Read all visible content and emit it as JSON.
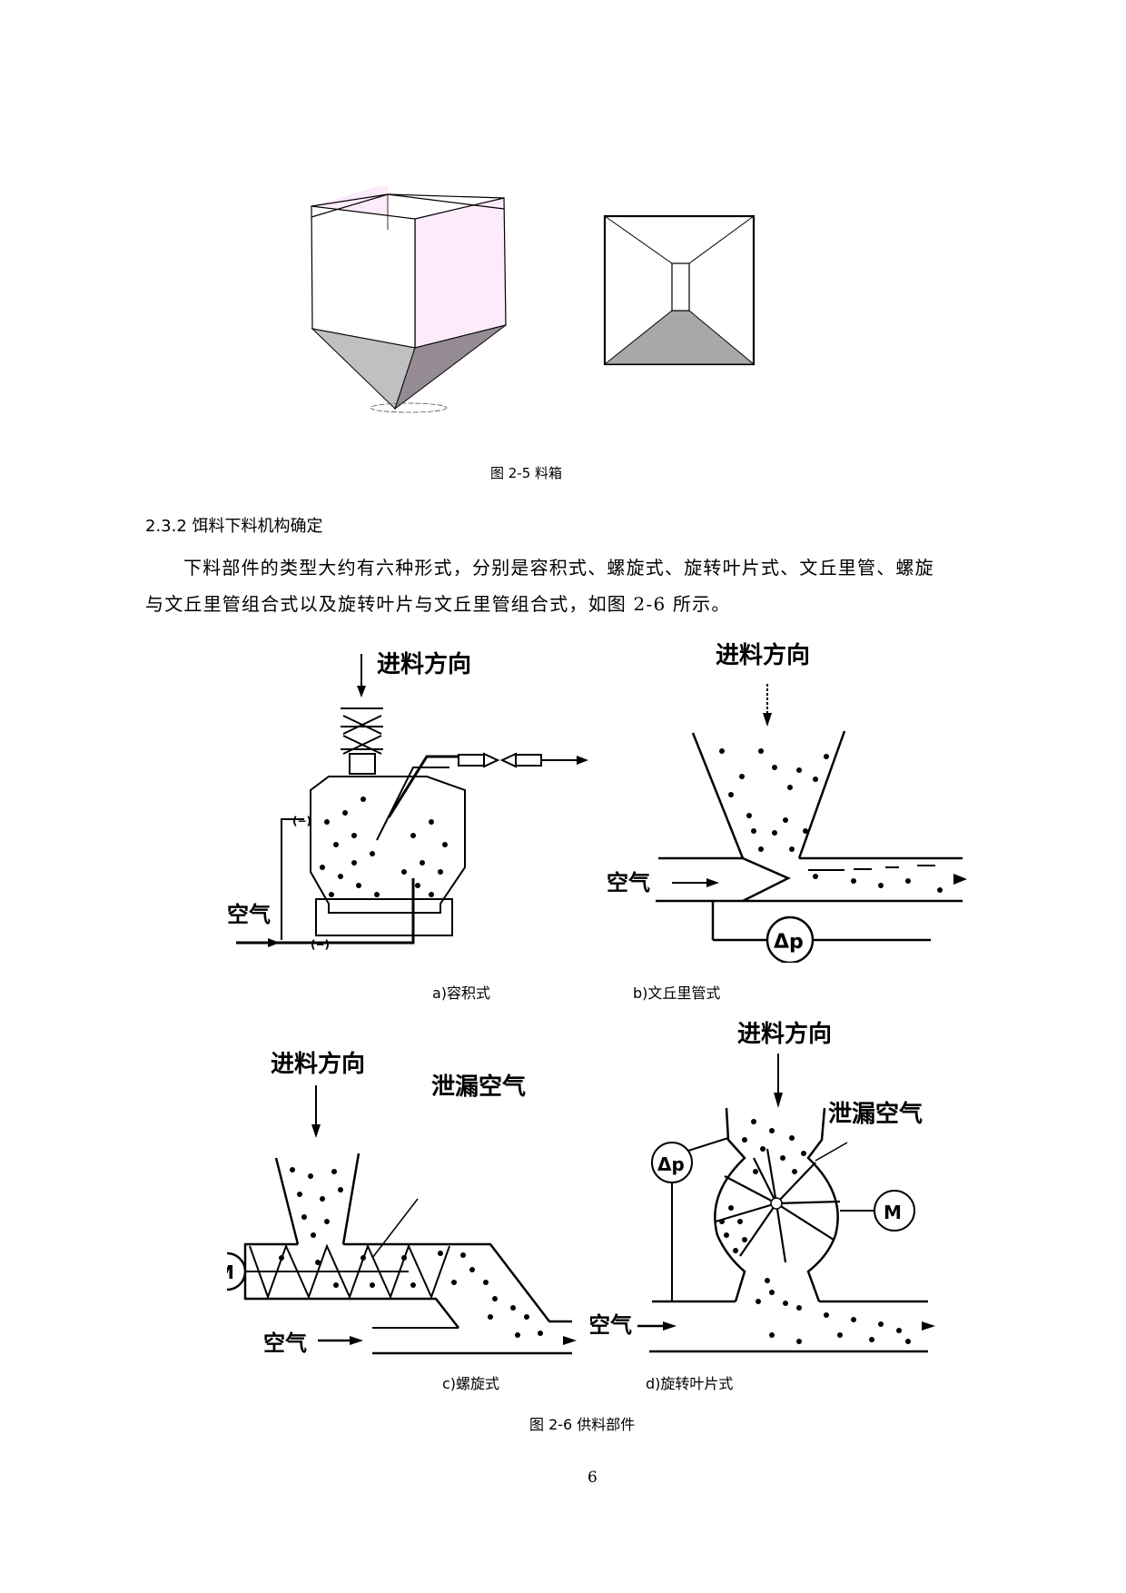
{
  "figure_2_5": {
    "caption": "图 2-5   料箱",
    "views": [
      "isometric-hopper-view",
      "top-hopper-view"
    ],
    "colors": {
      "side_face": "#fdebfb",
      "bottom_light": "#c0c0c0",
      "bottom_dark": "#958b95",
      "plan_bottom": "#a8a8a8"
    }
  },
  "section": {
    "heading": "2.3.2 饵料下料机构确定",
    "paragraph_line1": "下料部件的类型大约有六种形式，分别是容积式、螺旋式、旋转叶片式、文丘里管、螺旋",
    "paragraph_line2": "与文丘里管组合式以及旋转叶片与文丘里管组合式，如图 2-6 所示。"
  },
  "figure_2_6": {
    "caption": "图 2-6    供料部件",
    "panels": [
      {
        "id": "a",
        "label": "a)容积式",
        "feed_label": "进料方向",
        "air_label": "空气",
        "valve_label": "(−)"
      },
      {
        "id": "b",
        "label": "b)文丘里管式",
        "feed_label": "进料方向",
        "air_label": "空气",
        "gauge_label": "Δp"
      },
      {
        "id": "c",
        "label": "c)螺旋式",
        "feed_label": "进料方向",
        "air_label": "空气",
        "leak_label": "泄漏空气",
        "motor_label": "M"
      },
      {
        "id": "d",
        "label": "d)旋转叶片式",
        "feed_label": "进料方向",
        "air_label": "空气",
        "leak_label": "泄漏空气",
        "motor_label": "M",
        "gauge_label": "Δp"
      }
    ]
  },
  "page_number": "6"
}
